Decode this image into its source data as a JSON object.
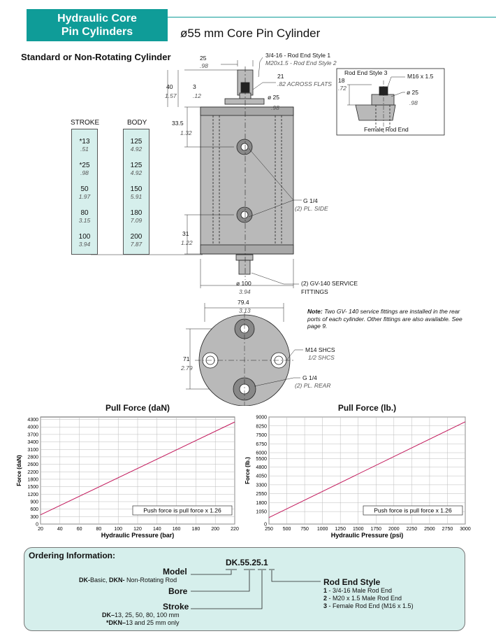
{
  "header": {
    "tag_line1": "Hydraulic Core",
    "tag_line2": "Pin Cylinders",
    "title": "ø55 mm Core Pin Cylinder",
    "subtitle": "Standard or Non-Rotating Cylinder"
  },
  "dims": {
    "d25": "25",
    "d25i": ".98",
    "d40": "40",
    "d40i": "1.57",
    "d3": "3",
    "d3i": ".12",
    "rod1": "3/4-16 - Rod End Style 1",
    "rod2": "M20x1.5 - Rod End Style 2",
    "d21": "21",
    "d21i": ".82 ACROSS FLATS",
    "phi25": "ø 25",
    "phi25i": ".98",
    "d335": "33.5",
    "d335i": "1.32",
    "d31": "31",
    "d31i": "1.22",
    "g14": "G 1/4",
    "g14side": "(2) PL. SIDE",
    "phi100": "ø 100",
    "phi100i": "3.94",
    "gv1": "(2) GV-140 SERVICE",
    "gv2": "FITTINGS",
    "d794": "79.4",
    "d794i": "3.13",
    "d71": "71",
    "d71i": "2.79",
    "m14": "M14 SHCS",
    "m14i": "1/2 SHCS",
    "g14b": "G 1/4",
    "g14rear": "(2) PL. REAR"
  },
  "inset": {
    "title": "Rod End Style 3",
    "m16": "M16 x 1.5",
    "d18": "18",
    "d18i": ".72",
    "phi25": "ø 25",
    "phi25i": ".98",
    "caption": "Female Rod End"
  },
  "stroke_table": {
    "header": "STROKE",
    "rows": [
      {
        "v": "*13",
        "s": ".51"
      },
      {
        "v": "*25",
        "s": ".98"
      },
      {
        "v": "50",
        "s": "1.97"
      },
      {
        "v": "80",
        "s": "3.15"
      },
      {
        "v": "100",
        "s": "3.94"
      }
    ]
  },
  "body_table": {
    "header": "BODY",
    "rows": [
      {
        "v": "125",
        "s": "4.92"
      },
      {
        "v": "125",
        "s": "4.92"
      },
      {
        "v": "150",
        "s": "5.91"
      },
      {
        "v": "180",
        "s": "7.09"
      },
      {
        "v": "200",
        "s": "7.87"
      }
    ]
  },
  "note": {
    "label": "Note:",
    "text": "Two GV- 140 service fittings are installed in the rear ports of each cylinder. Other fittings are also available. See page 9."
  },
  "chart_data": [
    {
      "type": "line",
      "title": "Pull Force (daN)",
      "xlabel": "Hydraulic Pressure (bar)",
      "ylabel": "Force (daN)",
      "xlim": [
        20,
        220
      ],
      "ylim": [
        0,
        4300
      ],
      "xticks": [
        20,
        40,
        60,
        80,
        100,
        120,
        140,
        160,
        180,
        200,
        220
      ],
      "yticks": [
        0,
        300,
        600,
        900,
        1200,
        1500,
        1800,
        2100,
        2400,
        2700,
        3000,
        3300,
        3600,
        3900,
        4200
      ],
      "ytick_labels": [
        "0",
        "300",
        "600",
        "900",
        "1200",
        "1500",
        "1800",
        "2200",
        "2600",
        "2800",
        "3100",
        "3400",
        "3700",
        "4000",
        "4300"
      ],
      "grid": true,
      "annotation": "Push force is pull force x 1.26",
      "color": "#c2185b",
      "series": [
        {
          "x": [
            20,
            220
          ],
          "y": [
            370,
            4100
          ]
        }
      ]
    },
    {
      "type": "line",
      "title": "Pull Force (lb.)",
      "xlabel": "Hydraulic Pressure (psi)",
      "ylabel": "Force (lb.)",
      "xlim": [
        250,
        3000
      ],
      "ylim": [
        0,
        9000
      ],
      "xticks": [
        250,
        500,
        750,
        1000,
        1250,
        1500,
        1750,
        2000,
        2250,
        2500,
        2750,
        3000
      ],
      "yticks": [
        0,
        1050,
        1800,
        2550,
        3300,
        4050,
        4800,
        5500,
        6000,
        6750,
        7500,
        8250,
        9000
      ],
      "ytick_labels": [
        "0",
        "1050",
        "1800",
        "2550",
        "3300",
        "4050",
        "4800",
        "5500",
        "6000",
        "6750",
        "7500",
        "8250",
        "9000"
      ],
      "grid": true,
      "annotation": "Push force is pull force x 1.26",
      "color": "#c2185b",
      "series": [
        {
          "x": [
            250,
            3000
          ],
          "y": [
            550,
            8600
          ]
        }
      ]
    }
  ],
  "ordering": {
    "title": "Ordering Information:",
    "code": "DK.55.25.1",
    "model_label": "Model",
    "model_desc_b1": "DK-",
    "model_desc_1": "Basic,",
    "model_desc_b2": "DKN-",
    "model_desc_2": "Non-Rotating Rod",
    "bore_label": "Bore",
    "stroke_label": "Stroke",
    "stroke_desc_b": "DK–",
    "stroke_desc": "13, 25, 50, 80, 100 mm",
    "stroke_desc2_b": "*DKN–",
    "stroke_desc2": "13 and 25 mm only",
    "rod_label": "Rod End Style",
    "rod_items": [
      {
        "n": "1",
        "t": "- 3/4-16 Male Rod End"
      },
      {
        "n": "2",
        "t": "- M20 x 1.5 Male Rod End"
      },
      {
        "n": "3",
        "t": "- Female Rod End (M16 x 1.5)"
      }
    ]
  }
}
